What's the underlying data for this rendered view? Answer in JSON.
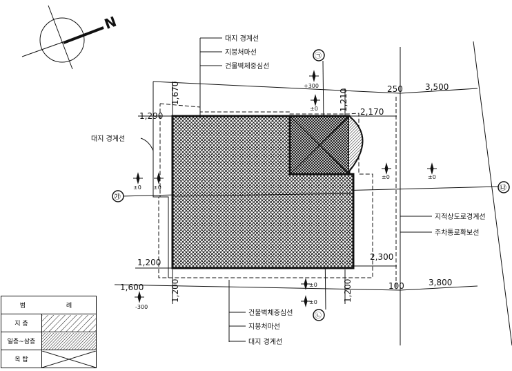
{
  "north_letter": "N",
  "labels": {
    "top_site_boundary": "대지 경계선",
    "top_eave_line": "지붕처마선",
    "top_wall_center": "건물벽체중심선",
    "left_site_boundary": "대지 경계선",
    "road_boundary": "지적상도로경계선",
    "parking_line": "주차통로확보선",
    "bottom_wall_center": "건물벽체중심선",
    "bottom_eave_line": "지붕처마선",
    "bottom_site_boundary": "대지 경계선"
  },
  "dimensions": {
    "d_1670": "1,670",
    "d_1290": "1,290",
    "d_1210": "1,210",
    "d_2170": "2,170",
    "d_250": "250",
    "d_3500": "3,500",
    "d_1200_left": "1,200",
    "d_2300": "2,300",
    "d_1600": "1,600",
    "d_1200_vertical_left": "1,200",
    "d_1200_vertical_right": "1,200",
    "d_100": "100",
    "d_3800": "3,800"
  },
  "levels": {
    "plus300": "+300",
    "zero_a": "±0",
    "zero_b": "±0",
    "zero_c": "±0",
    "zero_d": "±0",
    "zero_e": "±0",
    "zero_f": "±0",
    "zero_g": "±0",
    "minus300": "-300"
  },
  "axis_markers": {
    "top": "㉠",
    "bottom": "㉡",
    "left": "㉮",
    "right": "㉯"
  },
  "legend": {
    "header": "범 례",
    "rows": [
      {
        "name": "지 층",
        "pattern": "hatch-light"
      },
      {
        "name": "일층~삼층",
        "pattern": "hatch-dense"
      },
      {
        "name": "옥 탑",
        "pattern": "cross-x"
      }
    ]
  }
}
